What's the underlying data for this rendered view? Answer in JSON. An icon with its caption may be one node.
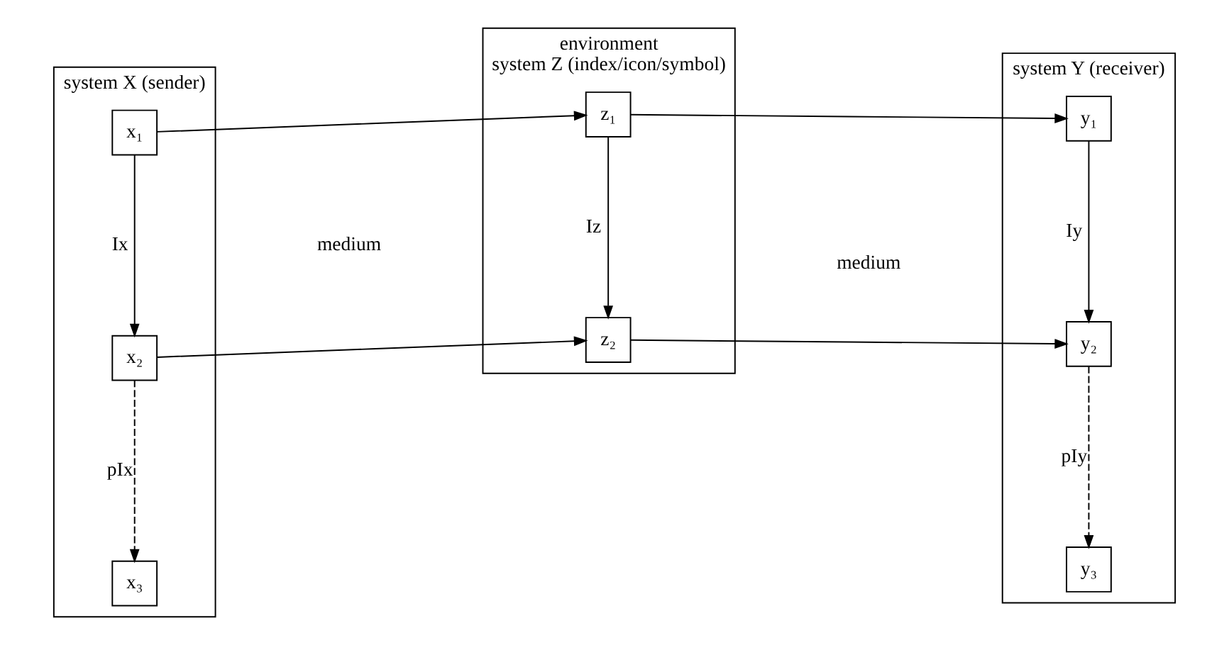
{
  "diagram": {
    "nodes": [
      {
        "text": [
          "system X (sender)"
        ]
      },
      {
        "text": [
          "x₁"
        ],
        "in": 0
      },
      {
        "text": [
          "x₂"
        ],
        "in": 0
      },
      {
        "text": [
          "x₃"
        ],
        "in": 0
      },
      {
        "text": [
          "environment",
          "system Z (index/icon/symbol)"
        ]
      },
      {
        "text": [
          "z₁"
        ],
        "in": 4
      },
      {
        "text": [
          "z₂"
        ],
        "in": 4
      },
      {
        "text": [
          "system Y (receiver)"
        ]
      },
      {
        "text": [
          "y₁"
        ],
        "in": 7
      },
      {
        "text": [
          "y₂"
        ],
        "in": 7
      },
      {
        "text": [
          "y₃"
        ],
        "in": 7
      }
    ],
    "edges": [
      {
        "from": 1,
        "to": 5,
        "arrow": "to"
      },
      {
        "from": 5,
        "to": 8,
        "arrow": "to"
      },
      {
        "from": 1,
        "to": 2,
        "arrow": "to",
        "label": "Ix"
      },
      {
        "from": 5,
        "to": 6,
        "arrow": "to",
        "label": "Iz"
      },
      {
        "from": 8,
        "to": 9,
        "arrow": "to",
        "label": "Iy"
      },
      {
        "from": 2,
        "to": 6,
        "arrow": "to"
      },
      {
        "from": 6,
        "to": 9,
        "arrow": "to"
      },
      {
        "from": 2,
        "to": 3,
        "arrow": "to",
        "label": "pIx",
        "style": "dashed"
      },
      {
        "from": 9,
        "to": 10,
        "arrow": "to",
        "label": "pIy",
        "style": "dashed"
      }
    ],
    "labels": [
      "medium",
      "medium"
    ]
  }
}
